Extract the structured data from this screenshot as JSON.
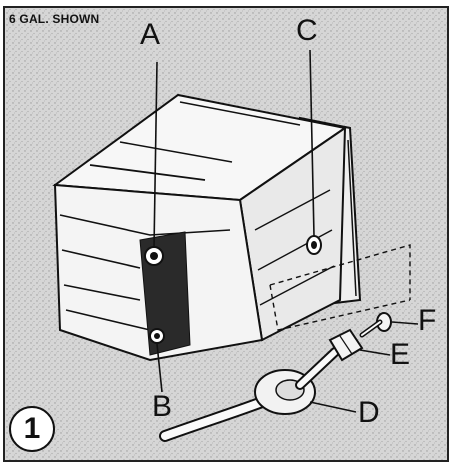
{
  "figure": {
    "caption": "6 GAL. SHOWN",
    "figure_number": "1",
    "callouts": {
      "a": "A",
      "b": "B",
      "c": "C",
      "d": "D",
      "e": "E",
      "f": "F"
    }
  }
}
